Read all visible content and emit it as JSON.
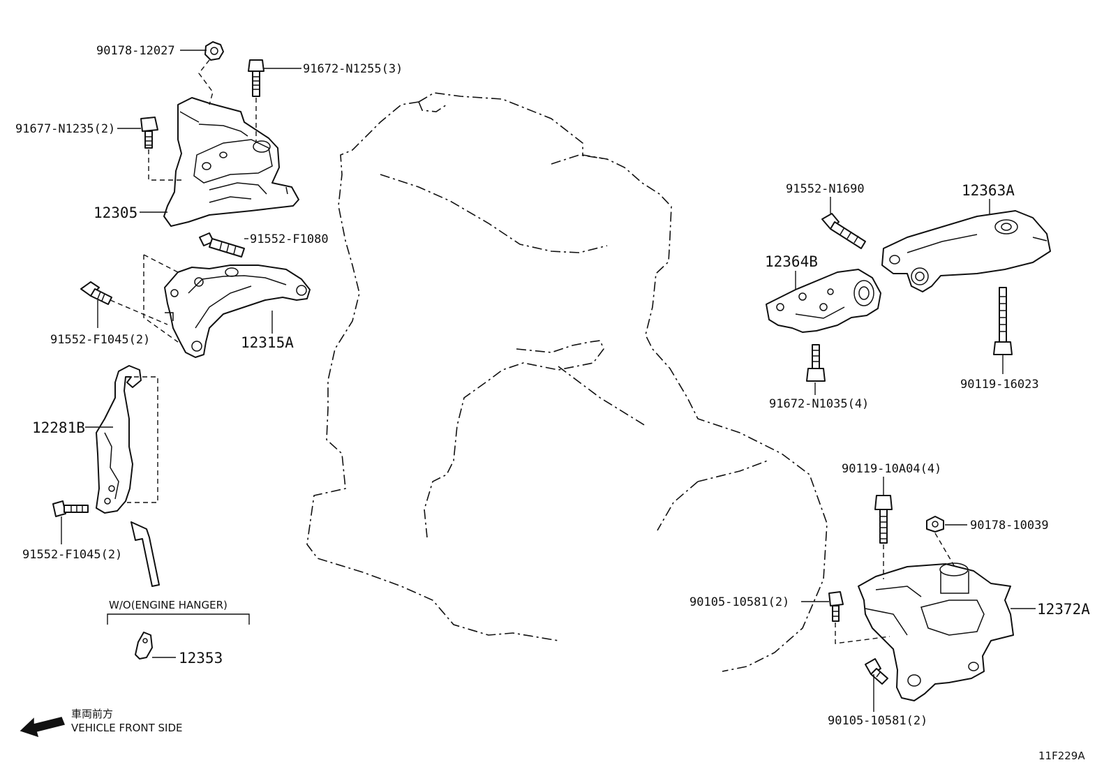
{
  "labels": {
    "p90178_12027": "90178-12027",
    "p91672_N1255": "91672-N1255(3)",
    "p91677_N1235": "91677-N1235(2)",
    "p12305": "12305",
    "p91552_F1080": "91552-F1080",
    "p91552_F1045_a": "91552-F1045(2)",
    "p12315A": "12315A",
    "p12281B": "12281B",
    "p91552_F1045_b": "91552-F1045(2)",
    "p12353": "12353",
    "p91552_N1690": "91552-N1690",
    "p12363A": "12363A",
    "p12364B": "12364B",
    "p91672_N1035": "91672-N1035(4)",
    "p90119_16023": "90119-16023",
    "p90119_10A04": "90119-10A04(4)",
    "p90178_10039": "90178-10039",
    "p90105_10581_a": "90105-10581(2)",
    "p12372A": "12372A",
    "p90105_10581_b": "90105-10581(2)"
  },
  "notes": {
    "wo_engine_hanger": "W/O(ENGINE HANGER)",
    "front_jp": "車両前方",
    "front_en": "VEHICLE FRONT SIDE",
    "diagram_code": "11F229A"
  }
}
